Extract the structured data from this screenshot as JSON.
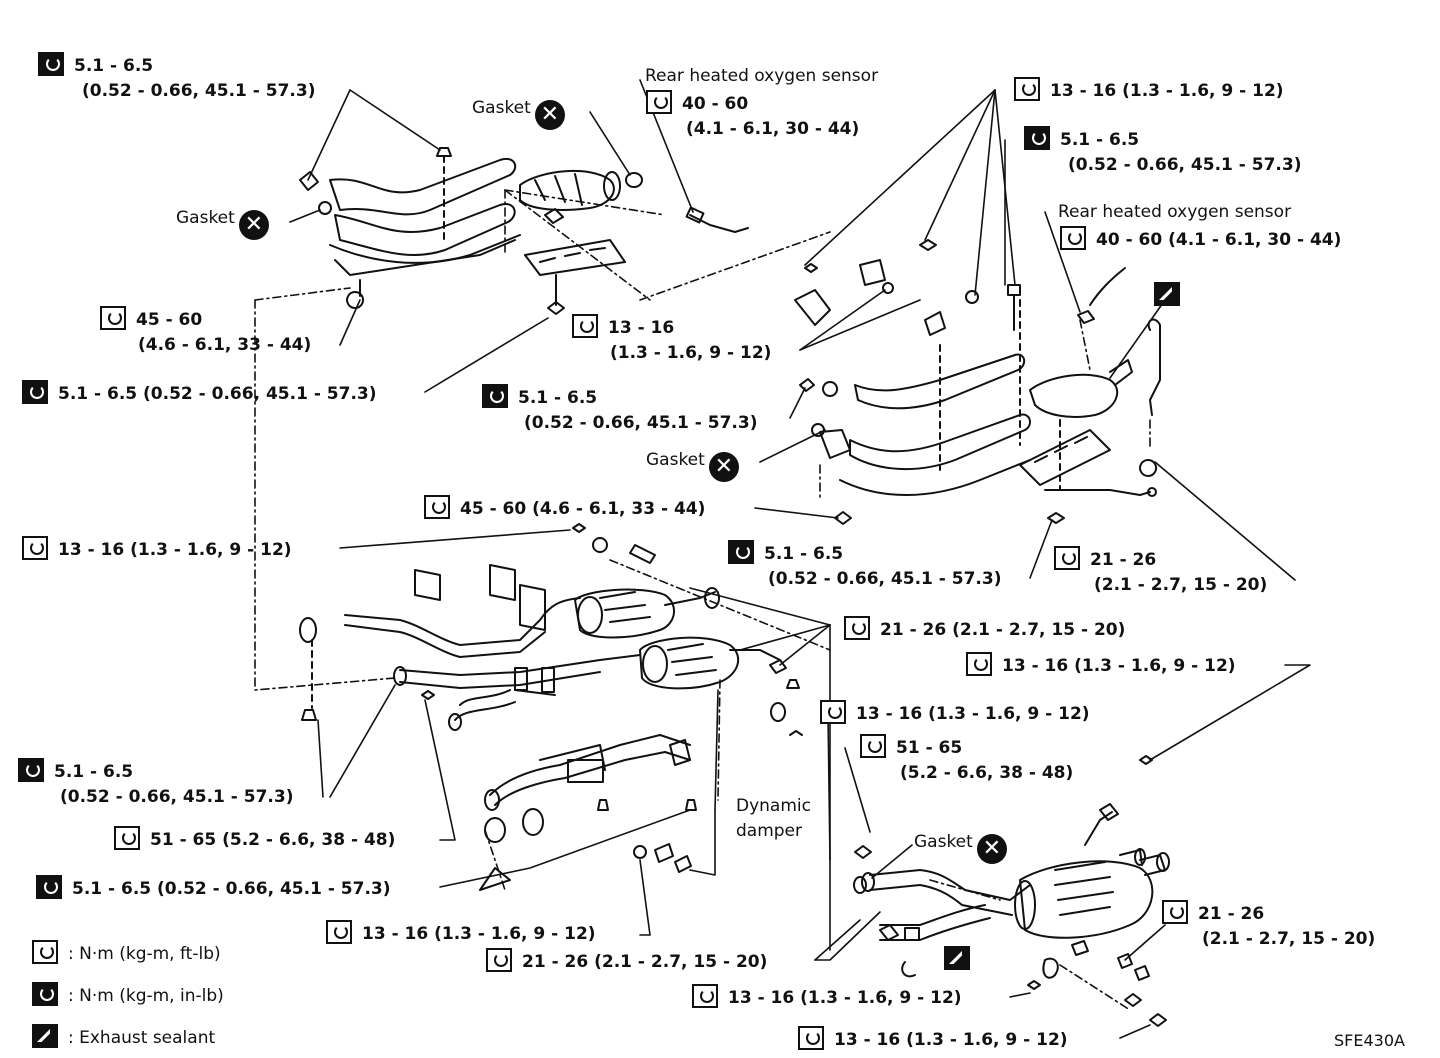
{
  "diagram_id": "SFE430A",
  "legend": {
    "nm_kgm_ftlb": ": N·m (kg-m, ft-lb)",
    "nm_kgm_inlb": ": N·m (kg-m, in-lb)",
    "exhaust_sealant": ": Exhaust  sealant"
  },
  "labels": {
    "gasket": "Gasket",
    "rear_o2": "Rear heated oxygen sensor",
    "dynamic_damper_1": "Dynamic",
    "dynamic_damper_2": "damper"
  },
  "torques": {
    "t1_a": "5.1 - 6.5",
    "t1_b": "(0.52 - 0.66, 45.1 - 57.3)",
    "t2_a": "40 - 60",
    "t2_b": "(4.1 - 6.1, 30 - 44)",
    "t3": "13 - 16 (1.3 - 1.6, 9 - 12)",
    "t4_a": "5.1 - 6.5",
    "t4_b": "(0.52 - 0.66, 45.1 - 57.3)",
    "t5": "40 - 60 (4.1 - 6.1, 30 - 44)",
    "t6_a": "45 - 60",
    "t6_b": "(4.6 - 6.1, 33 - 44)",
    "t7_a": "13 - 16",
    "t7_b": "(1.3 - 1.6, 9 - 12)",
    "t8": "5.1 - 6.5 (0.52 - 0.66, 45.1 - 57.3)",
    "t9_a": "5.1 - 6.5",
    "t9_b": "(0.52 - 0.66, 45.1 - 57.3)",
    "t10": "45 - 60 (4.6 - 6.1, 33 - 44)",
    "t11": "13 - 16 (1.3 - 1.6, 9 - 12)",
    "t12_a": "5.1 - 6.5",
    "t12_b": "(0.52 - 0.66, 45.1 - 57.3)",
    "t13_a": "21 - 26",
    "t13_b": "(2.1 - 2.7, 15 - 20)",
    "t14": "21 - 26 (2.1 - 2.7, 15 - 20)",
    "t15": "13 - 16 (1.3 - 1.6, 9 - 12)",
    "t16": "13 - 16 (1.3 - 1.6, 9 - 12)",
    "t17_a": "51 - 65",
    "t17_b": "(5.2 - 6.6, 38 - 48)",
    "t18_a": "5.1 - 6.5",
    "t18_b": "(0.52 - 0.66, 45.1 - 57.3)",
    "t19": "51 - 65 (5.2 - 6.6, 38 - 48)",
    "t20": "5.1 - 6.5 (0.52 - 0.66, 45.1 - 57.3)",
    "t21": "13 - 16 (1.3 - 1.6, 9 - 12)",
    "t22": "21 - 26 (2.1 - 2.7, 15 - 20)",
    "t23": "13 - 16 (1.3 - 1.6, 9 - 12)",
    "t24": "13 - 16 (1.3 - 1.6, 9 - 12)",
    "t25_a": "21 - 26",
    "t25_b": "(2.1 - 2.7, 15 - 20)"
  }
}
